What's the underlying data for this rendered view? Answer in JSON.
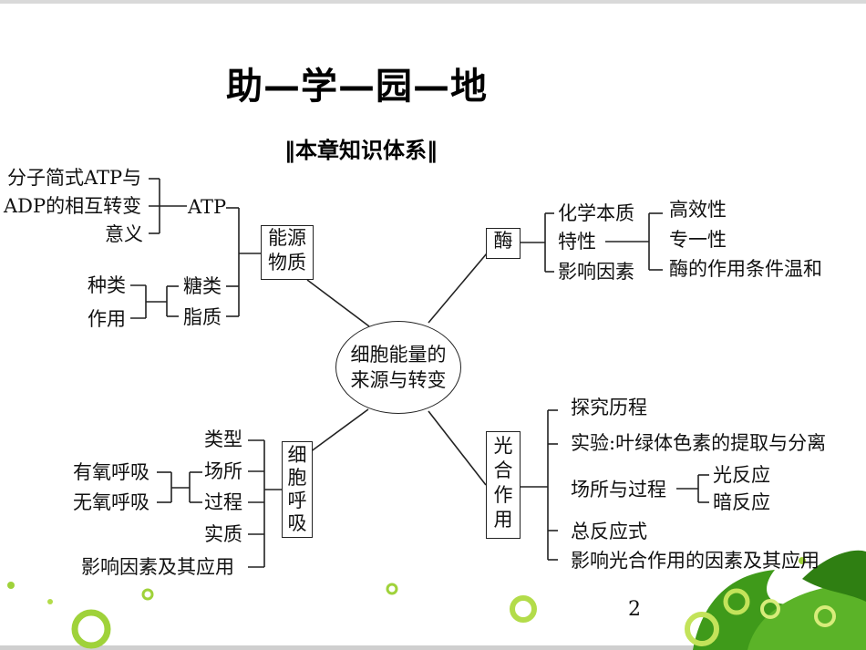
{
  "slide": {
    "title": "助—学—园—地",
    "subtitle": "‖本章知识体系‖",
    "page_number": "2"
  },
  "center": {
    "label": "细胞能量的来源与转变"
  },
  "energy": {
    "box": "能源物质",
    "atp": "ATP",
    "atp_items": [
      "分子简式ATP与",
      "ADP的相互转变",
      "意义"
    ],
    "sugar": "糖类",
    "fat": "脂质",
    "sugar_items": [
      "种类",
      "作用"
    ]
  },
  "enzyme": {
    "box": "酶",
    "items": [
      "化学本质",
      "特性",
      "影响因素"
    ],
    "properties": [
      "高效性",
      "专一性",
      "酶的作用条件温和"
    ]
  },
  "respiration": {
    "box": "细胞呼吸",
    "items": [
      "类型",
      "场所",
      "过程",
      "实质",
      "影响因素及其应用"
    ],
    "types": [
      "有氧呼吸",
      "无氧呼吸"
    ]
  },
  "photosynthesis": {
    "box": "光合作用",
    "items": [
      "探究历程",
      "实验:叶绿体色素的提取与分离",
      "场所与过程",
      "总反应式",
      "影响光合作用的因素及其应用"
    ],
    "reactions": [
      "光反应",
      "暗反应"
    ]
  },
  "colors": {
    "line": "#222222",
    "leaf_green": "#3f9a1a",
    "ring_green": "#9fd23a"
  }
}
